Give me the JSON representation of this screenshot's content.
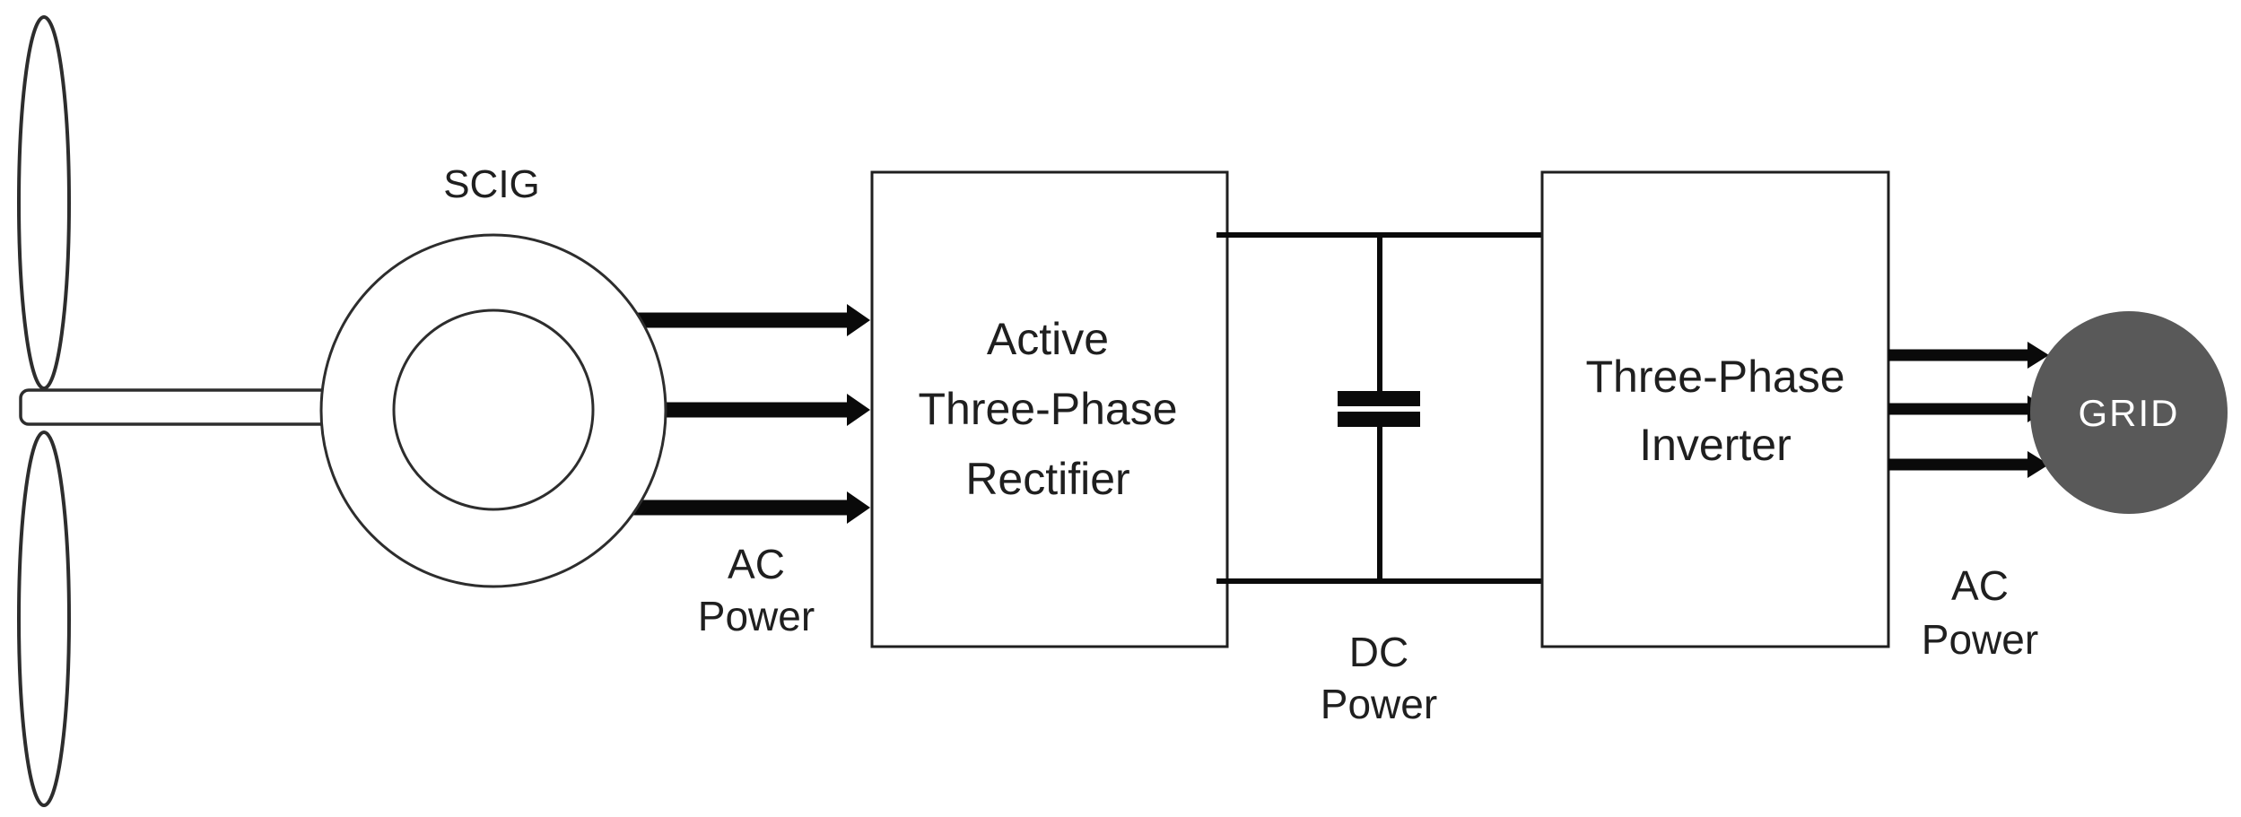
{
  "diagram": {
    "description": "Wind turbine SCIG power conversion system diagram",
    "scig": {
      "label": "SCIG"
    },
    "rectifier": {
      "line1": "Active",
      "line2": "Three-Phase",
      "line3": "Rectifier"
    },
    "inverter": {
      "line1": "Three-Phase",
      "line2": "Inverter"
    },
    "grid": {
      "label": "GRID"
    },
    "ac_power_left": {
      "line1": "AC",
      "line2": "Power"
    },
    "dc_power": {
      "line1": "DC",
      "line2": "Power"
    },
    "ac_power_right": {
      "line1": "AC",
      "line2": "Power"
    },
    "colors": {
      "background": "#ffffff",
      "ink": "#0a0a0a",
      "outline": "#2d2d2d",
      "grid_fill": "#595959",
      "grid_text": "#ffffff"
    }
  }
}
